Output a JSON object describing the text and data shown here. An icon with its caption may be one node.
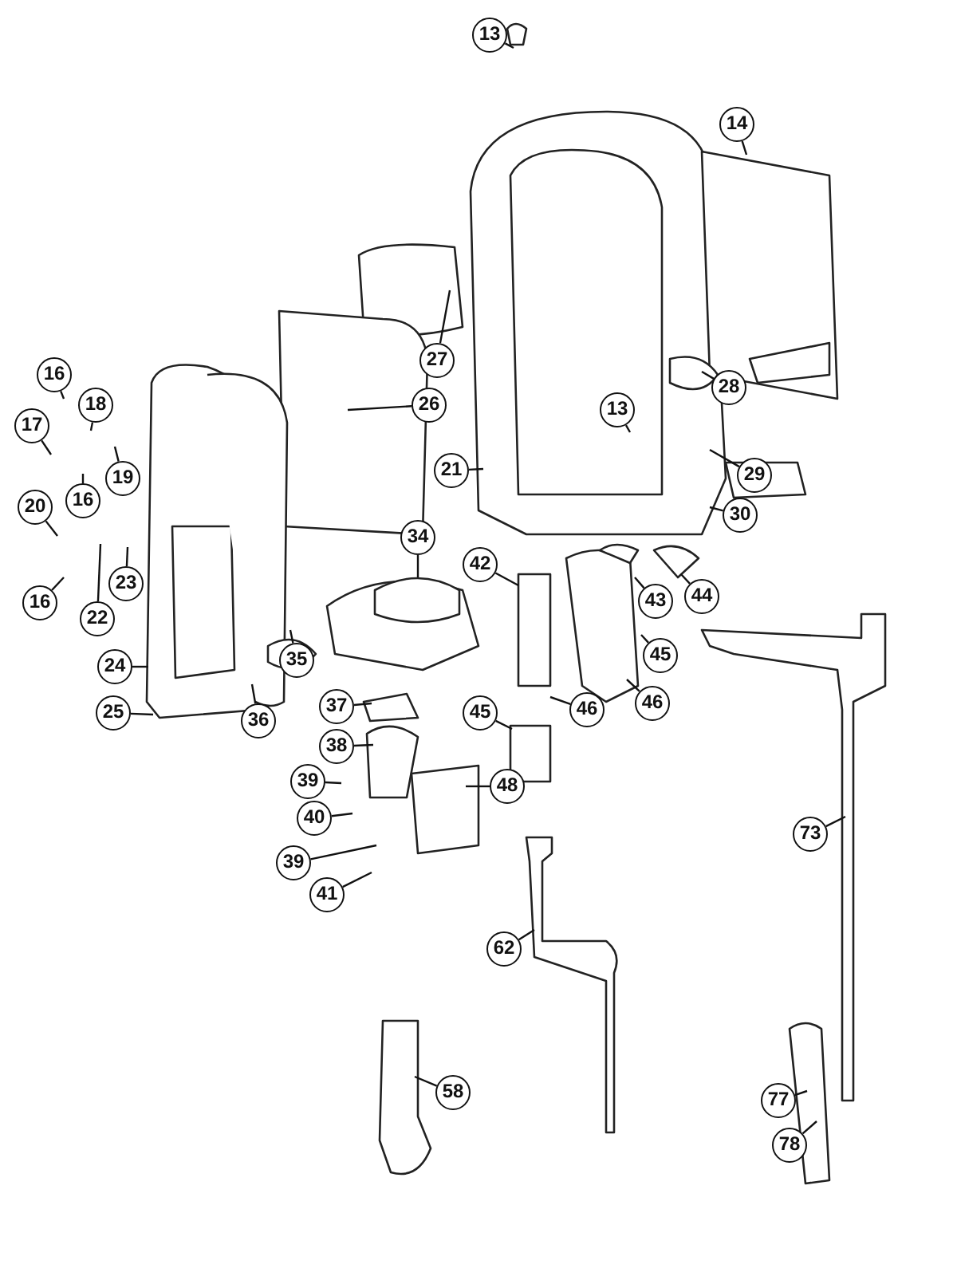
{
  "diagram": {
    "nodes": [
      {
        "text": [
          "13"
        ]
      },
      {
        "text": [
          "14"
        ]
      },
      {
        "text": [
          "27"
        ]
      },
      {
        "text": [
          "16"
        ]
      },
      {
        "text": [
          "18"
        ]
      },
      {
        "text": [
          "17"
        ]
      },
      {
        "text": [
          "28"
        ]
      },
      {
        "text": [
          "26"
        ]
      },
      {
        "text": [
          "13"
        ]
      },
      {
        "text": [
          "16"
        ]
      },
      {
        "text": [
          "19"
        ]
      },
      {
        "text": [
          "21"
        ]
      },
      {
        "text": [
          "29"
        ]
      },
      {
        "text": [
          "30"
        ]
      },
      {
        "text": [
          "20"
        ]
      },
      {
        "text": [
          "23"
        ]
      },
      {
        "text": [
          "22"
        ]
      },
      {
        "text": [
          "16"
        ]
      },
      {
        "text": [
          "34"
        ]
      },
      {
        "text": [
          "42"
        ]
      },
      {
        "text": [
          "43"
        ]
      },
      {
        "text": [
          "44"
        ]
      },
      {
        "text": [
          "45"
        ]
      },
      {
        "text": [
          "35"
        ]
      },
      {
        "text": [
          "46"
        ]
      },
      {
        "text": [
          "24"
        ]
      },
      {
        "text": [
          "36"
        ]
      },
      {
        "text": [
          "25"
        ]
      },
      {
        "text": [
          "37"
        ]
      },
      {
        "text": [
          "46"
        ]
      },
      {
        "text": [
          "45"
        ]
      },
      {
        "text": [
          "38"
        ]
      },
      {
        "text": [
          "39"
        ]
      },
      {
        "text": [
          "48"
        ]
      },
      {
        "text": [
          "40"
        ]
      },
      {
        "text": [
          "39"
        ]
      },
      {
        "text": [
          "41"
        ]
      },
      {
        "text": [
          "73"
        ]
      },
      {
        "text": [
          "62"
        ]
      },
      {
        "text": [
          "58"
        ]
      },
      {
        "text": [
          "77"
        ]
      },
      {
        "text": [
          "78"
        ]
      }
    ],
    "edges": [
      {
        "from": 0,
        "to": null,
        "arrow": "none"
      },
      {
        "from": 1,
        "to": null,
        "arrow": "none"
      },
      {
        "from": 2,
        "to": null,
        "arrow": "none"
      },
      {
        "from": 3,
        "to": null,
        "arrow": "none"
      },
      {
        "from": 4,
        "to": null,
        "arrow": "none"
      },
      {
        "from": 5,
        "to": null,
        "arrow": "none"
      },
      {
        "from": 6,
        "to": null,
        "arrow": "none"
      },
      {
        "from": 7,
        "to": null,
        "arrow": "none"
      },
      {
        "from": 8,
        "to": null,
        "arrow": "none"
      },
      {
        "from": 9,
        "to": null,
        "arrow": "none"
      },
      {
        "from": 10,
        "to": null,
        "arrow": "none"
      },
      {
        "from": 11,
        "to": null,
        "arrow": "none"
      },
      {
        "from": 12,
        "to": null,
        "arrow": "none"
      },
      {
        "from": 13,
        "to": null,
        "arrow": "none"
      },
      {
        "from": 14,
        "to": null,
        "arrow": "none"
      },
      {
        "from": 15,
        "to": null,
        "arrow": "none"
      },
      {
        "from": 16,
        "to": null,
        "arrow": "none"
      },
      {
        "from": 17,
        "to": null,
        "arrow": "none"
      },
      {
        "from": 18,
        "to": null,
        "arrow": "none"
      },
      {
        "from": 19,
        "to": null,
        "arrow": "none"
      },
      {
        "from": 20,
        "to": null,
        "arrow": "none"
      },
      {
        "from": 21,
        "to": null,
        "arrow": "none"
      },
      {
        "from": 22,
        "to": null,
        "arrow": "none"
      },
      {
        "from": 23,
        "to": null,
        "arrow": "none"
      },
      {
        "from": 24,
        "to": null,
        "arrow": "none"
      },
      {
        "from": 25,
        "to": null,
        "arrow": "none"
      },
      {
        "from": 26,
        "to": null,
        "arrow": "none"
      },
      {
        "from": 27,
        "to": null,
        "arrow": "none"
      },
      {
        "from": 28,
        "to": null,
        "arrow": "none"
      },
      {
        "from": 29,
        "to": null,
        "arrow": "none"
      },
      {
        "from": 30,
        "to": null,
        "arrow": "none"
      },
      {
        "from": 31,
        "to": null,
        "arrow": "none"
      },
      {
        "from": 32,
        "to": null,
        "arrow": "none"
      },
      {
        "from": 33,
        "to": null,
        "arrow": "none"
      },
      {
        "from": 34,
        "to": null,
        "arrow": "none"
      },
      {
        "from": 35,
        "to": null,
        "arrow": "none"
      },
      {
        "from": 36,
        "to": null,
        "arrow": "none"
      },
      {
        "from": 37,
        "to": null,
        "arrow": "none"
      },
      {
        "from": 38,
        "to": null,
        "arrow": "none"
      },
      {
        "from": 39,
        "to": null,
        "arrow": "none"
      },
      {
        "from": 40,
        "to": null,
        "arrow": "none"
      },
      {
        "from": 41,
        "to": null,
        "arrow": "none"
      }
    ]
  }
}
